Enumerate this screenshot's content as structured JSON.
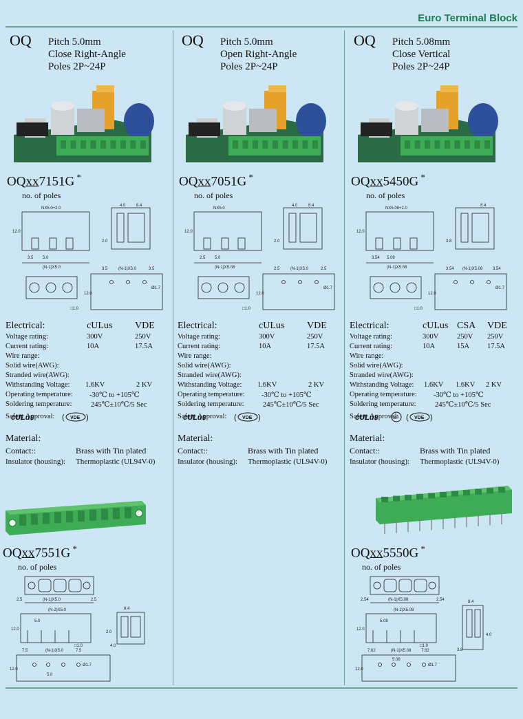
{
  "header": {
    "title": "Euro Terminal Block"
  },
  "columns": [
    {
      "series": "OQ",
      "pitch": "Pitch 5.0mm",
      "orientation": "Close Right-Angle",
      "poles": "Poles  2P~24P",
      "model_prefix": "OQ",
      "model_xx": "xx",
      "model_suffix": "7151G",
      "model_star": "*",
      "poles_note": "no. of poles",
      "dims": {
        "top": "NX5.0+2.0",
        "side_a": "4.0",
        "side_b": "8.4",
        "left": "12.0",
        "mid": "2.0",
        "b1": "3.5",
        "b2": "5.0",
        "b3": "(N-1)X5.0",
        "r1": "3.5",
        "r2": "(N-1)X5.0",
        "r3": "3.5",
        "hole": "Ø1.7",
        "h2": "12.0",
        "pin": "□1.0"
      },
      "electrical": {
        "title": "Electrical:",
        "approvals": [
          "cULus",
          "VDE"
        ],
        "voltage_label": "Voltage rating:",
        "voltage": [
          "300V",
          "250V"
        ],
        "current_label": "Current rating:",
        "current": [
          "10A",
          "17.5A"
        ],
        "wire_label": "Wire range:",
        "solid_label": "Solid wire(AWG):",
        "stranded_label": "Stranded wire(AWG):",
        "withstand_label": "Withstanding Voltage:",
        "withstand": [
          "1.6KV",
          "2 KV"
        ],
        "optemp_label": "Operating temperature:",
        "optemp": "-30℃ to +105℃",
        "solder_label": "Soldering temperature:",
        "solder": "245℃±10℃/5 Sec",
        "safety_label": "Safety Approval:"
      },
      "material": {
        "title": "Material:",
        "contact_label": "Contact::",
        "contact": "Brass with Tin plated",
        "insulator_label": "Insulator (housing):",
        "insulator": "Thermoplastic (UL94V-0)"
      }
    },
    {
      "series": "OQ",
      "pitch": "Pitch 5.0mm",
      "orientation": "Open Right-Angle",
      "poles": "Poles  2P~24P",
      "model_prefix": "OQ",
      "model_xx": "xx",
      "model_suffix": "7051G",
      "model_star": "*",
      "poles_note": "no. of poles",
      "dims": {
        "top": "NX5.0",
        "side_a": "4.0",
        "side_b": "8.4",
        "left": "12.0",
        "mid": "2.0",
        "b1": "2.5",
        "b2": "5.0",
        "b3": "(N-1)X5.08",
        "r1": "2.5",
        "r2": "(N-1)X5.0",
        "r3": "2.5",
        "hole": "Ø1.7",
        "h2": "12.0",
        "pin": "□1.0"
      },
      "electrical": {
        "title": "Electrical:",
        "approvals": [
          "cULus",
          "VDE"
        ],
        "voltage_label": "Voltage rating:",
        "voltage": [
          "300V",
          "250V"
        ],
        "current_label": "Current rating:",
        "current": [
          "10A",
          "17.5A"
        ],
        "wire_label": "Wire range:",
        "solid_label": "Solid wire(AWG):",
        "stranded_label": "Stranded wire(AWG):",
        "withstand_label": "Withstanding Voltage:",
        "withstand": [
          "1.6KV",
          "2 KV"
        ],
        "optemp_label": "Operating temperature:",
        "optemp": "-30℃ to +105℃",
        "solder_label": "Soldering temperature:",
        "solder": "245℃±10℃/5 Sec",
        "safety_label": "Safety Approval:"
      },
      "material": {
        "title": "Material:",
        "contact_label": "Contact::",
        "contact": "Brass with Tin plated",
        "insulator_label": "Insulator (housing):",
        "insulator": "Thermoplastic (UL94V-0)"
      }
    },
    {
      "series": "OQ",
      "pitch": "Pitch 5.08mm",
      "orientation": "Close Vertical",
      "poles": "Poles  2P~24P",
      "model_prefix": "OQ",
      "model_xx": "xx",
      "model_suffix": "5450G",
      "model_star": "*",
      "poles_note": "no. of poles",
      "dims": {
        "top": "NX5.08+2.0",
        "side_a": "",
        "side_b": "8.4",
        "left": "12.0",
        "mid": "3.8",
        "b1": "3.54",
        "b2": "5.08",
        "b3": "(N-1)X5.08",
        "r1": "3.54",
        "r2": "(N-1)X5.08",
        "r3": "3.54",
        "hole": "Ø1.7",
        "h2": "12.0",
        "pin": "□1.0"
      },
      "electrical": {
        "title": "Electrical:",
        "approvals": [
          "cULus",
          "CSA",
          "VDE"
        ],
        "voltage_label": "Voltage rating:",
        "voltage": [
          "300V",
          "250V",
          "250V"
        ],
        "current_label": "Current rating:",
        "current": [
          "10A",
          "15A",
          "17.5A"
        ],
        "wire_label": "Wire range:",
        "solid_label": "Solid wire(AWG):",
        "stranded_label": "Stranded wire(AWG):",
        "withstand_label": "Withstanding Voltage:",
        "withstand": [
          "1.6KV",
          "1.6KV",
          "2 KV"
        ],
        "optemp_label": "Operating temperature:",
        "optemp": "-30℃ to +105℃",
        "solder_label": "Soldering temperature:",
        "solder": "245℃±10℃/5 Sec",
        "safety_label": "Safety Approval:"
      },
      "material": {
        "title": "Material:",
        "contact_label": "Contact::",
        "contact": "Brass with Tin plated",
        "insulator_label": "Insulator (housing):",
        "insulator": "Thermoplastic (UL94V-0)"
      }
    }
  ],
  "lower": [
    {
      "model_prefix": "OQ",
      "model_xx": "xx",
      "model_suffix": "7551G",
      "model_star": "*",
      "poles_note": "no. of poles",
      "dims": {
        "top": "(N-2)X5.0",
        "t1": "2.5",
        "t2": "2.5",
        "w": "(N-1)X5.0",
        "l": "5.0",
        "side": "8.4",
        "b1": "7.5",
        "b2": "(N-1)X5.0",
        "b3": "7.5",
        "h": "12.0",
        "h2": "2.0",
        "h3": "4.0",
        "f": "5.0",
        "hole": "Ø1.7",
        "pin": "□1.0"
      }
    },
    {
      "model_prefix": "OQ",
      "model_xx": "xx",
      "model_suffix": "5550G",
      "model_star": "*",
      "poles_note": "no. of poles",
      "dims": {
        "top": "(N-2)X5.08",
        "t1": "2.54",
        "t2": "2.54",
        "w": "(N-1)X5.08",
        "l": "5.08",
        "side": "8.4",
        "b1": "7.62",
        "b2": "(N-1)X5.08",
        "b3": "7.62",
        "h": "12.0",
        "h2": "3.8",
        "h3": "4.0",
        "f": "5.08",
        "hole": "Ø1.7",
        "pin": "□1.0"
      }
    }
  ],
  "safety_marks": {
    "ul": "cULus",
    "vde": "VDE",
    "csa": "SP"
  },
  "colors": {
    "accent_green": "#1c7d55",
    "connector_green": "#3eab56",
    "background": "#cde6f4"
  }
}
